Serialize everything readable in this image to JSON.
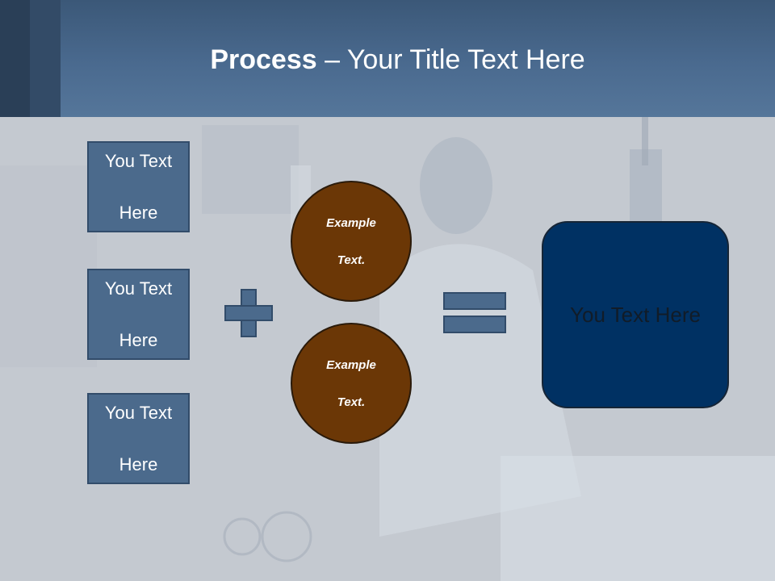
{
  "slide": {
    "title_bold": "Process",
    "title_rest": " – Your Title Text Here",
    "left_boxes": [
      {
        "line1": "You Text",
        "line2": "Here"
      },
      {
        "line1": "You Text",
        "line2": "Here"
      },
      {
        "line1": "You Text",
        "line2": "Here"
      }
    ],
    "circles": [
      {
        "line1": "Example",
        "line2": "Text."
      },
      {
        "line1": "Example",
        "line2": "Text."
      }
    ],
    "result_text": "You Text Here",
    "colors": {
      "header": "#4a6a8f",
      "box_fill": "#4b6a8c",
      "circle_fill": "#6b3706",
      "result_fill": "#003163"
    },
    "icons": [
      "plus-icon",
      "equals-icon"
    ]
  }
}
